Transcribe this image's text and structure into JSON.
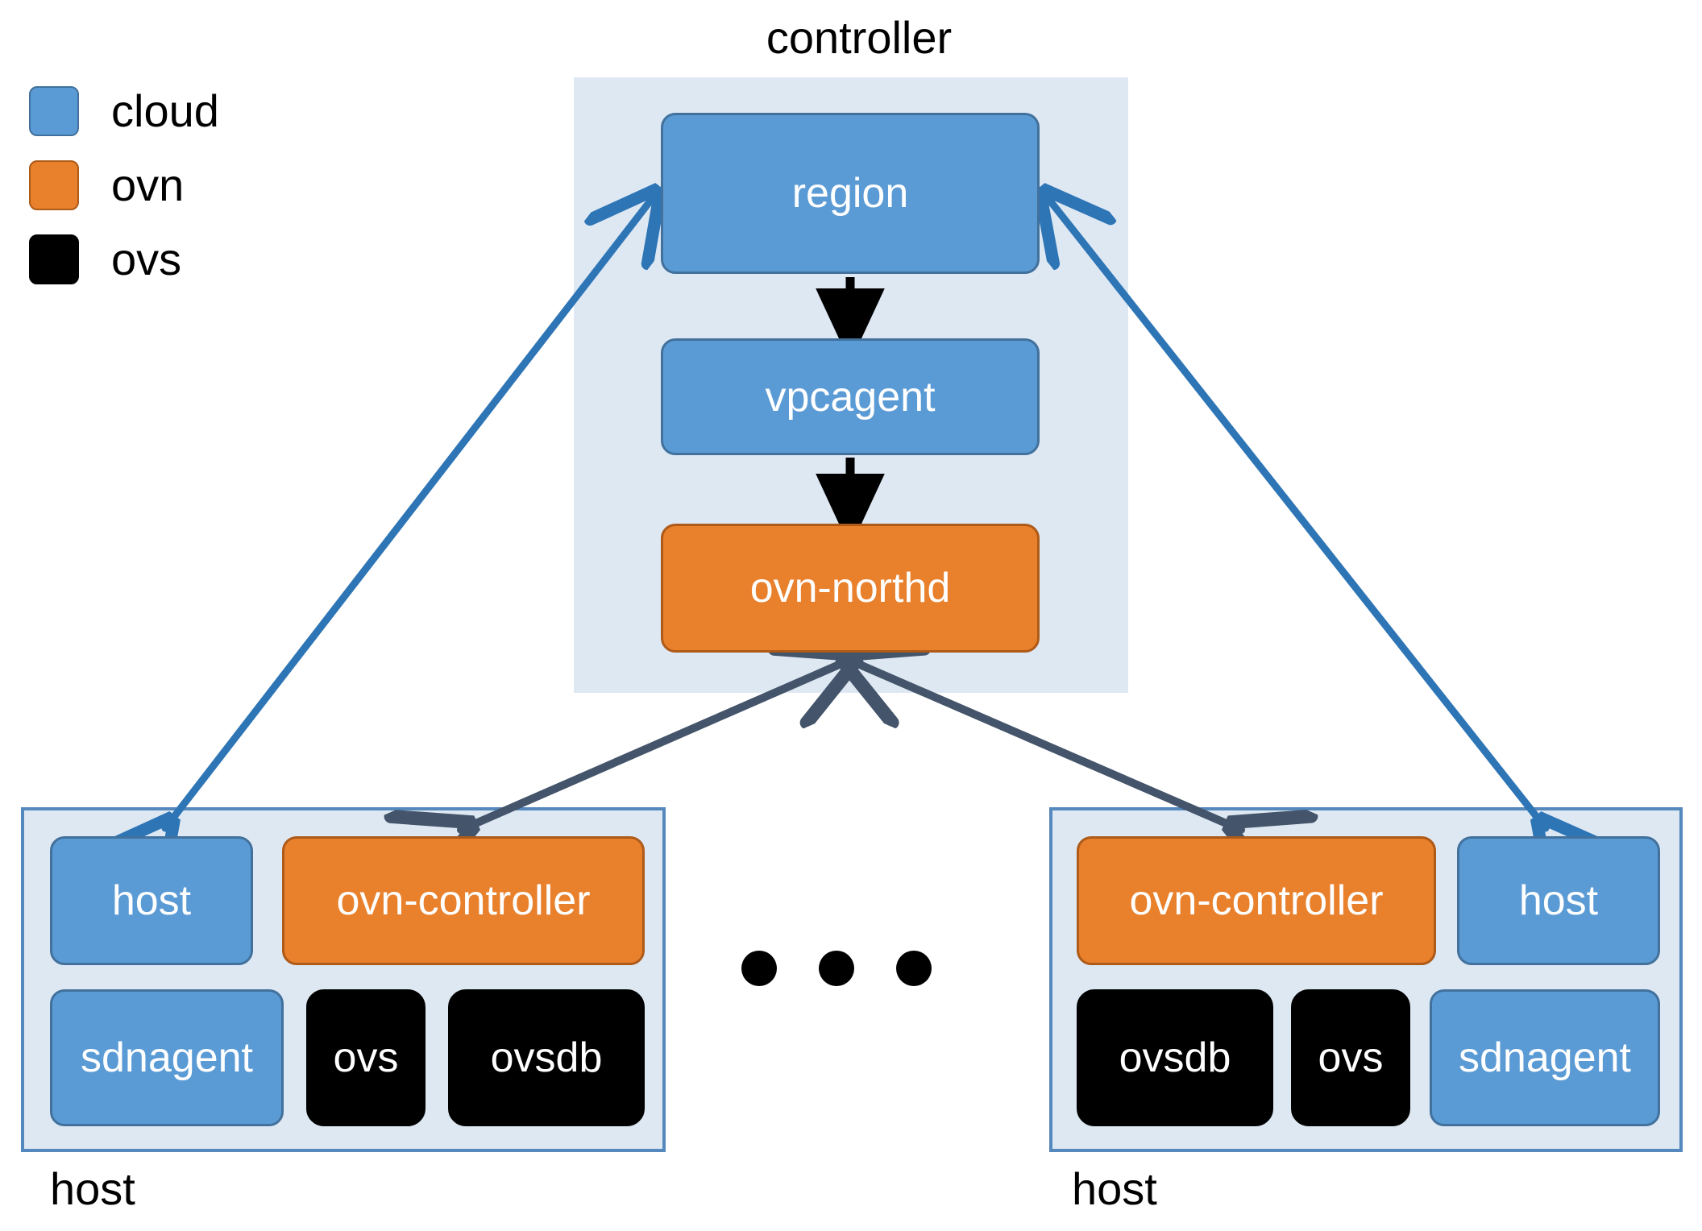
{
  "legend": {
    "items": [
      {
        "label": "cloud",
        "color": "#5B9BD5",
        "swatch": "cloud-swatch"
      },
      {
        "label": "ovn",
        "color": "#E8802C",
        "swatch": "ovn-swatch"
      },
      {
        "label": "ovs",
        "color": "#000000",
        "swatch": "ovs-swatch"
      }
    ]
  },
  "controller": {
    "caption": "controller",
    "panel_color": "#DEE8F3",
    "nodes": [
      {
        "label": "region",
        "kind": "cloud"
      },
      {
        "label": "vpcagent",
        "kind": "cloud"
      },
      {
        "label": "ovn-northd",
        "kind": "ovn"
      }
    ]
  },
  "hosts": [
    {
      "caption": "host",
      "nodes": [
        {
          "label": "host",
          "kind": "cloud"
        },
        {
          "label": "ovn-controller",
          "kind": "ovn"
        },
        {
          "label": "sdnagent",
          "kind": "cloud"
        },
        {
          "label": "ovs",
          "kind": "ovs"
        },
        {
          "label": "ovsdb",
          "kind": "ovs"
        }
      ]
    },
    {
      "caption": "host",
      "nodes": [
        {
          "label": "ovn-controller",
          "kind": "ovn"
        },
        {
          "label": "host",
          "kind": "cloud"
        },
        {
          "label": "ovsdb",
          "kind": "ovs"
        },
        {
          "label": "ovs",
          "kind": "ovs"
        },
        {
          "label": "sdnagent",
          "kind": "cloud"
        }
      ]
    }
  ],
  "ellipsis": {
    "count": 3,
    "color": "#000000"
  },
  "connectors": {
    "vertical_color": "#000000",
    "cloud_link_color": "#2E75B6",
    "ovn_link_color": "#44546A",
    "edges": [
      {
        "from": "region",
        "to": "vpcagent",
        "style": "black-arrow",
        "direction": "one-way"
      },
      {
        "from": "vpcagent",
        "to": "ovn-northd",
        "style": "black-arrow",
        "direction": "one-way"
      },
      {
        "from": "region",
        "to": "host-left-host",
        "style": "blue-arrow",
        "direction": "two-way"
      },
      {
        "from": "region",
        "to": "host-right-host",
        "style": "blue-arrow",
        "direction": "two-way"
      },
      {
        "from": "ovn-northd",
        "to": "host-left-ovnctl",
        "style": "slate-arrow",
        "direction": "two-way"
      },
      {
        "from": "ovn-northd",
        "to": "host-right-ovnctl",
        "style": "slate-arrow",
        "direction": "two-way"
      }
    ]
  }
}
